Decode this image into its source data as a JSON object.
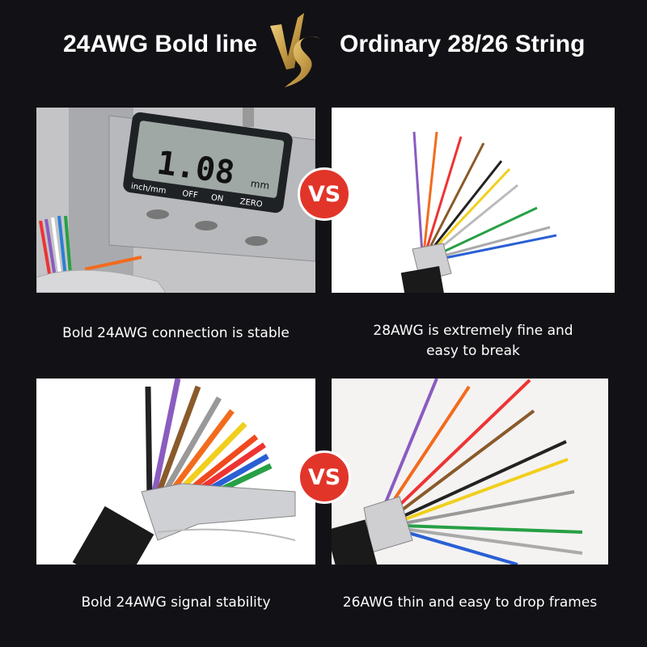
{
  "header": {
    "left_title": "24AWG Bold line",
    "vs_logo": "VS",
    "right_title": "Ordinary 28/26 String",
    "vs_color": "#c9a04a"
  },
  "panels": [
    {
      "caption": "Bold 24AWG connection is stable",
      "caliper": {
        "reading": "1.08",
        "unit": "mm",
        "labels": [
          "inch/mm",
          "OFF",
          "ON",
          "ZERO"
        ]
      }
    },
    {
      "caption_lines": [
        "28AWG is extremely fine and",
        "easy to break"
      ]
    },
    {
      "caption": "Bold 24AWG signal stability"
    },
    {
      "caption": "26AWG thin and easy to drop frames"
    }
  ],
  "badges": [
    "VS",
    "VS"
  ],
  "colors": {
    "background": "#121115",
    "badge": "#e2352a"
  }
}
